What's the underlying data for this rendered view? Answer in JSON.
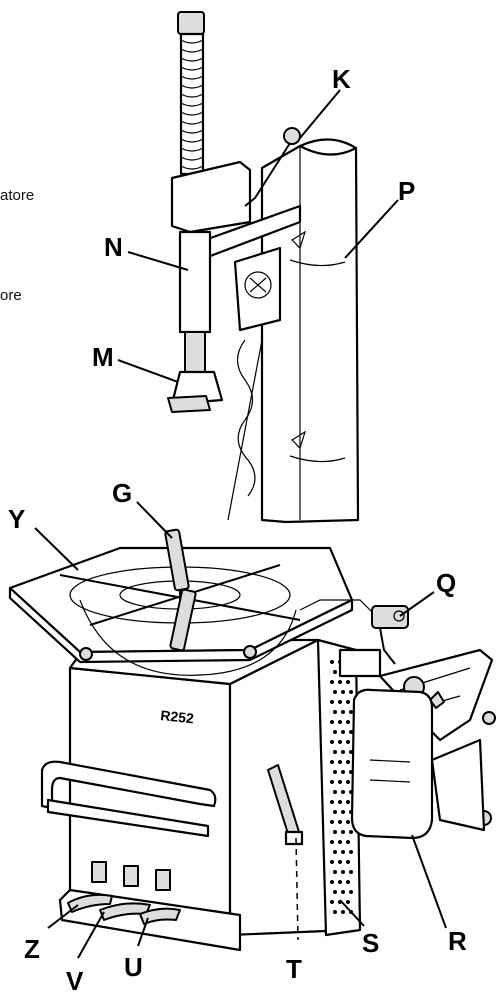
{
  "labels": {
    "K": "K",
    "P": "P",
    "N": "N",
    "M": "M",
    "G": "G",
    "Y": "Y",
    "Q": "Q",
    "R": "R",
    "Z": "Z",
    "V": "V",
    "U": "U",
    "T": "T",
    "S": "S"
  },
  "left_text": [
    "atore",
    "ore"
  ],
  "model_plate": "R252"
}
